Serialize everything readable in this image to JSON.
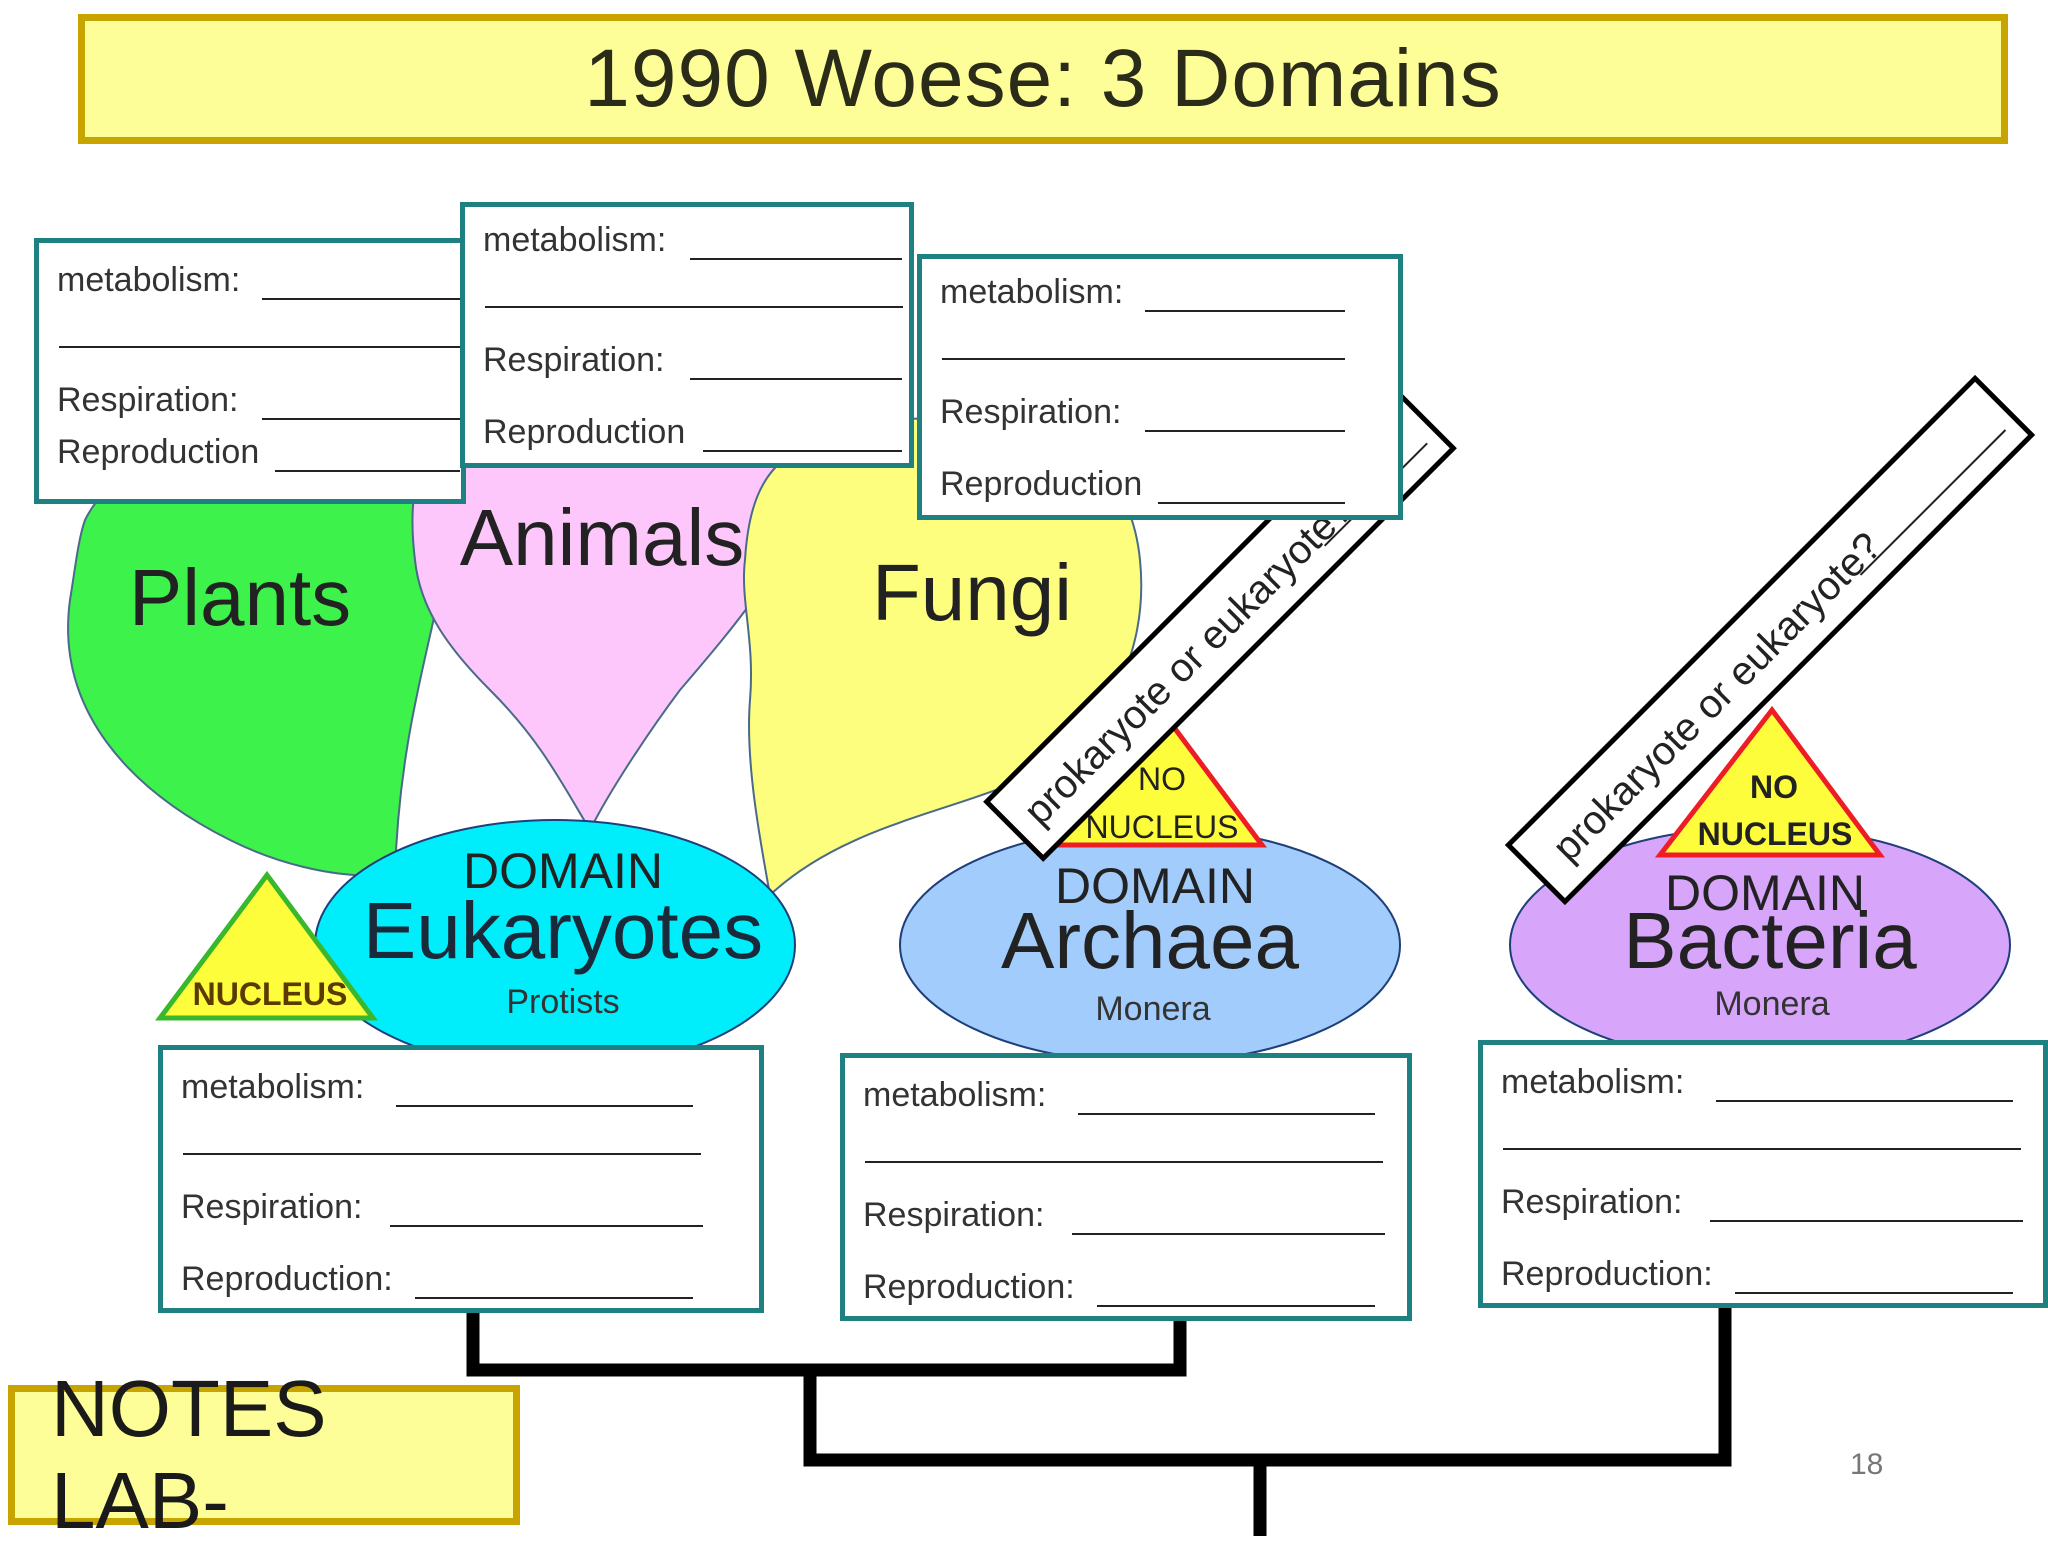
{
  "title": "1990  Woese: 3 Domains",
  "notes_label": "NOTES LAB-",
  "page_number": "18",
  "kingdoms": {
    "plants": "Plants",
    "animals": "Animals",
    "fungi": "Fungi"
  },
  "domains": {
    "eukaryotes": {
      "prefix": "DOMAIN",
      "name": "Eukaryotes",
      "sub": "Protists",
      "badge": "NUCLEUS"
    },
    "archaea": {
      "prefix": "DOMAIN",
      "name": "Archaea",
      "sub": "Monera",
      "badge_line1": "NO",
      "badge_line2": "NUCLEUS"
    },
    "bacteria": {
      "prefix": "DOMAIN",
      "name": "Bacteria",
      "sub": "Monera",
      "badge_line1": "NO",
      "badge_line2": "NUCLEUS"
    }
  },
  "question_label": "prokaryote or eukaryote?",
  "boxes": {
    "plants": {
      "l1": "metabolism:",
      "l2": "Respiration:",
      "l3": "Reproduction"
    },
    "animals": {
      "l1": "metabolism:",
      "l2": "Respiration:",
      "l3": "Reproduction"
    },
    "fungi": {
      "l1": "metabolism:",
      "l2": "Respiration:",
      "l3": "Reproduction"
    },
    "eukaryotes": {
      "l1": "metabolism:",
      "l2": "Respiration:",
      "l3": "Reproduction:"
    },
    "archaea": {
      "l1": "metabolism:",
      "l2": "Respiration:",
      "l3": "Reproduction:"
    },
    "bacteria": {
      "l1": "metabolism:",
      "l2": "Respiration:",
      "l3": "Reproduction:"
    }
  },
  "colors": {
    "plants": "#3ef24c",
    "animals": "#fdc7fb",
    "fungi": "#fdfd7e",
    "eukaryotes": "#00eefc",
    "archaea": "#a2ccfb",
    "bacteria": "#d7a5fa",
    "box_border": "#1e8081",
    "title_fill": "#fefe98",
    "title_border": "#c8a400"
  }
}
